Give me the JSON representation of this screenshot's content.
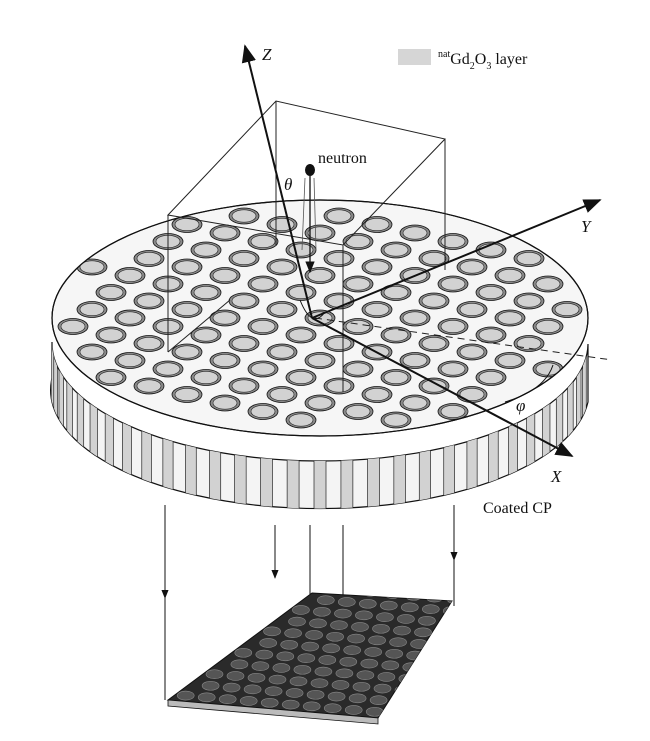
{
  "legend": {
    "prefix": "nat",
    "element": "Gd",
    "sub2": "2",
    "o": "O",
    "sub3": "3",
    "suffix": " layer",
    "swatch_color": "#d6d6d6"
  },
  "labels": {
    "axis_z": "Z",
    "axis_y": "Y",
    "axis_x": "X",
    "theta": "θ",
    "phi": "φ",
    "neutron": "neutron",
    "plate": "Coated CP"
  },
  "colors": {
    "line": "#111111",
    "pore_fill": "#d2d2d2",
    "plate_face": "#f4f4f4",
    "detector": "#2a2a2a"
  }
}
